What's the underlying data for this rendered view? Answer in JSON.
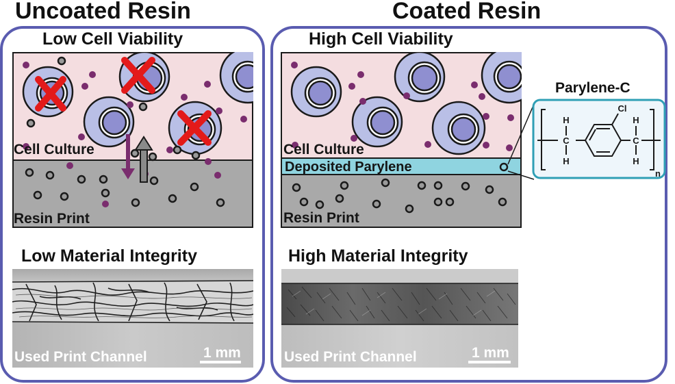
{
  "left": {
    "title": "Uncoated Resin",
    "viability": "Low Cell Viability",
    "culture_label": "Cell Culture",
    "resin_label": "Resin Print",
    "integrity": "Low Material Integrity",
    "micro_label": "Used Print Channel",
    "scale": "1 mm"
  },
  "right": {
    "title": "Coated Resin",
    "viability": "High Cell Viability",
    "culture_label": "Cell Culture",
    "parylene_label": "Deposited Parylene",
    "resin_label": "Resin Print",
    "integrity": "High Material Integrity",
    "micro_label": "Used Print Channel",
    "scale": "1 mm"
  },
  "chemistry": {
    "title": "Parylene-C",
    "atoms": {
      "chlorine": "Cl",
      "hydrogen": "H",
      "carbon": "C",
      "subscript": "n"
    }
  },
  "colors": {
    "panel_border": "#5a5cb0",
    "culture_bg": "#f4dde0",
    "resin_bg": "#a9a9a9",
    "parylene": "#8fd4e0",
    "cell_outer": "#b9bfe6",
    "cell_inner": "#8f8fd0",
    "molecule_dot": "#7a2d6e",
    "dead_x": "#e31a1a"
  }
}
